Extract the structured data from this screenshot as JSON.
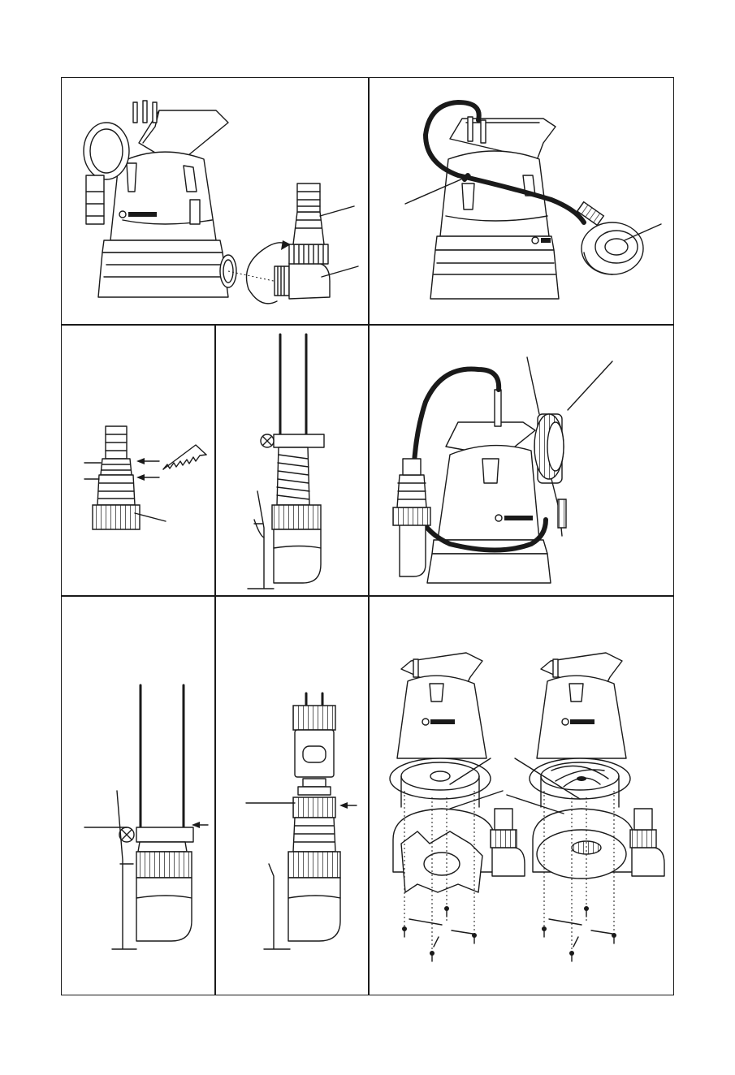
{
  "document": {
    "type": "pump-manual-illustration-page",
    "panels": [
      {
        "id": "A",
        "depicts": "pump-with-elbow-connector"
      },
      {
        "id": "B",
        "depicts": "pump-with-float-switch"
      },
      {
        "id": "C",
        "depicts": "hose-connector-cut-marks"
      },
      {
        "id": "D",
        "depicts": "hose-clamp-mounting"
      },
      {
        "id": "E",
        "depicts": "float-switch-parked"
      },
      {
        "id": "F",
        "depicts": "hose-clamp-detail"
      },
      {
        "id": "G",
        "depicts": "quick-connector-assembly"
      },
      {
        "id": "H",
        "depicts": "base-and-impeller-disassembly"
      }
    ]
  },
  "colors": {
    "line": "#1a1a1a",
    "background": "#ffffff"
  }
}
